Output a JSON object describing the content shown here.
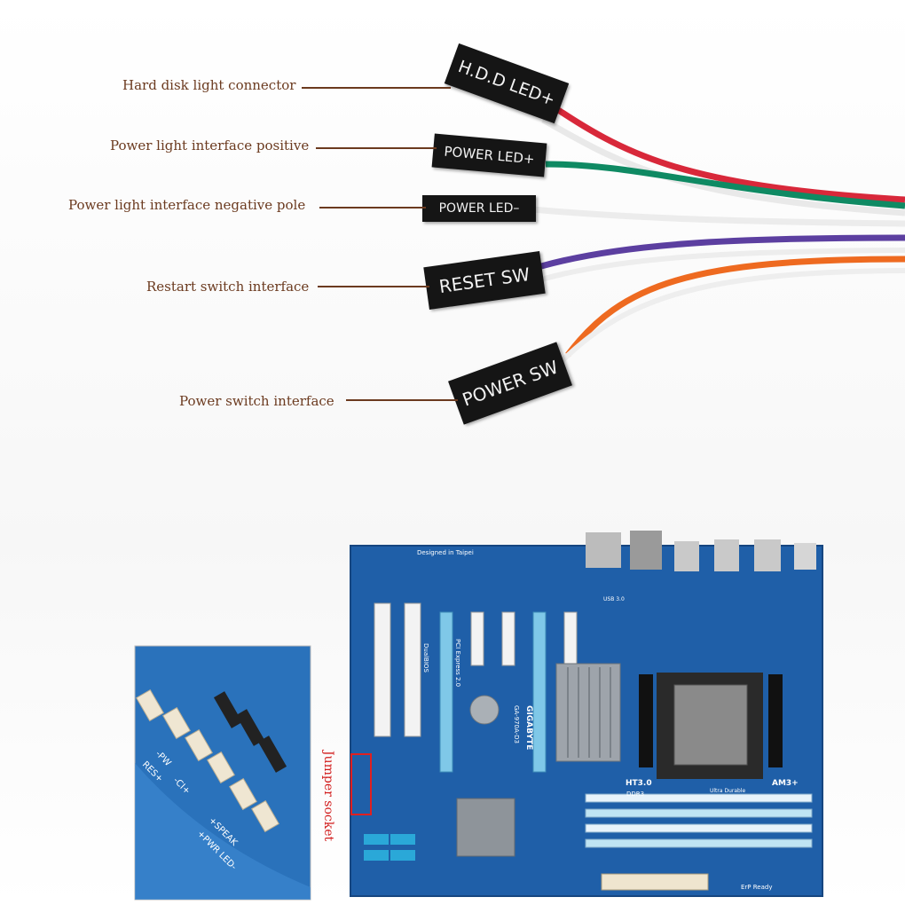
{
  "callouts": [
    {
      "label": "Hard disk light connector"
    },
    {
      "label": "Power light interface positive"
    },
    {
      "label": "Power light interface negative pole"
    },
    {
      "label": "Restart switch interface"
    },
    {
      "label": "Power switch interface"
    }
  ],
  "connectors": [
    {
      "text": "H.D.D LED+"
    },
    {
      "text": "POWER LED+"
    },
    {
      "text": "POWER LED–"
    },
    {
      "text": "RESET SW"
    },
    {
      "text": "POWER SW"
    }
  ],
  "wire_colors": {
    "red": "#d8283a",
    "green": "#0f8a63",
    "white": "#eeeeee",
    "purple": "#5c3fa0",
    "orange": "#ee6a20"
  },
  "board": {
    "brand": "GIGABYTE",
    "model": "GA-970A-D3",
    "designed": "Designed in Taipei",
    "slots": "PCI Express 2.0",
    "dualbios": "DualBIOS",
    "socket": "AM3+",
    "ht": "HT3.0",
    "ddr": "DDR3",
    "durable": "Ultra Durable",
    "erp": "ErP Ready",
    "usb": "USB 3.0",
    "pcb_color": "#1f5fa8"
  },
  "jumper_label": "Jumper socket",
  "closeup": {
    "labels": [
      "-PW",
      "RES+",
      "-CI+",
      "+SPEAK",
      "+PWR LED-"
    ]
  }
}
